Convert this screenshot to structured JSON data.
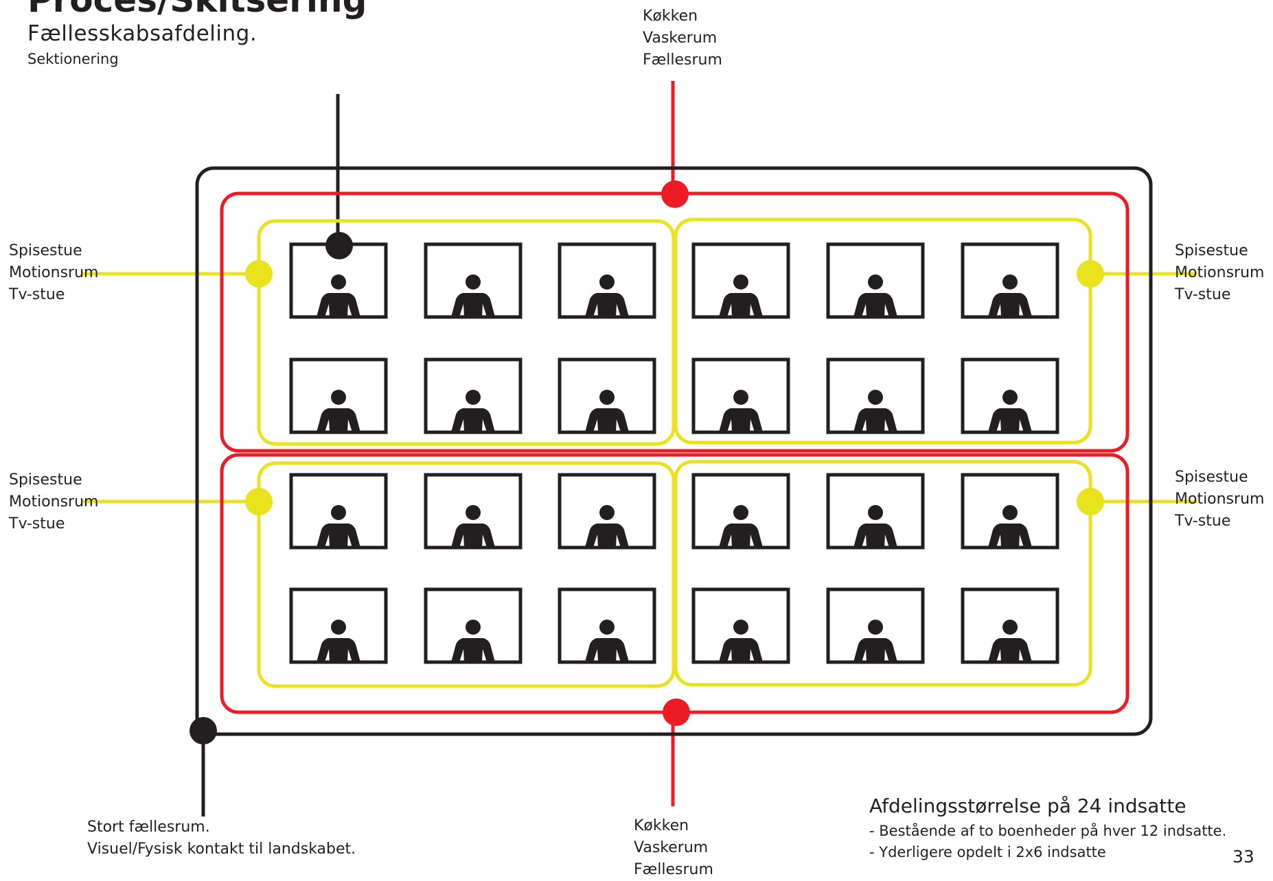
{
  "header": {
    "title": "Proces/Skitsering",
    "subtitle": "Fællesskabsafdeling.",
    "caption": "Sektionering"
  },
  "labels": {
    "top_red": [
      "Køkken",
      "Vaskerum",
      "Fællesrum"
    ],
    "bottom_red": [
      "Køkken",
      "Vaskerum",
      "Fællesrum"
    ],
    "yellow_upper_left": [
      "Spisestue",
      "Motionsrum",
      "Tv-stue"
    ],
    "yellow_upper_right": [
      "Spisestue",
      "Motionsrum",
      "Tv-stue"
    ],
    "yellow_lower_left": [
      "Spisestue",
      "Motionsrum",
      "Tv-stue"
    ],
    "yellow_lower_right": [
      "Spisestue",
      "Motionsrum",
      "Tv-stue"
    ],
    "black_outer": [
      "Stort fællesrum.",
      "Visuel/Fysisk kontakt til landskabet."
    ]
  },
  "summary": {
    "title": "Afdelingsstørrelse på 24 indsatte",
    "lines": [
      "- Bestående af to boenheder på hver 12 indsatte.",
      "- Yderligere opdelt i 2x6 indsatte"
    ]
  },
  "page_number": "33",
  "colors": {
    "black": "#231f20",
    "red": "#ed1c24",
    "yellow": "#e8e31d"
  },
  "icons": {
    "cell_occupant": "person-icon"
  }
}
